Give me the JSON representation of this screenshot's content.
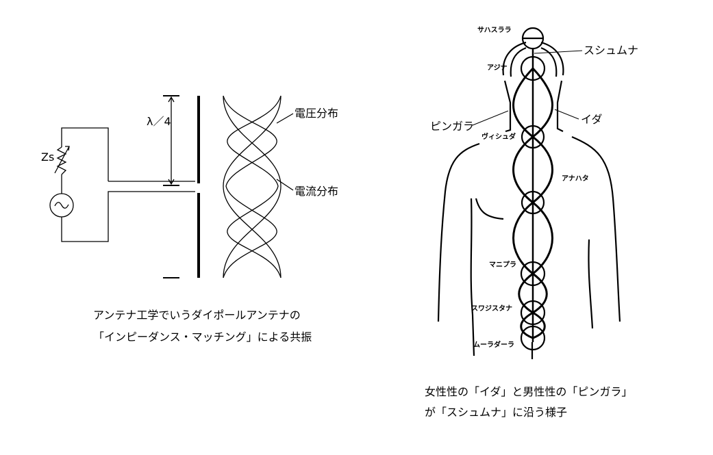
{
  "antenna_figure": {
    "source_label": "Zs",
    "wavelength_label": "λ／4",
    "voltage_label": "電圧分布",
    "current_label": "電流分布",
    "caption_line1": "アンテナ工学でいうダイポールアンテナの",
    "caption_line2": "「インピーダンス・マッチング」による共振"
  },
  "chakra_figure": {
    "labels": {
      "sahasrara": "サハスララ",
      "sushumna": "スシュムナ",
      "ajna": "アジナ",
      "pingala": "ピンガラ",
      "ida": "イダ",
      "vishuddha": "ヴィシュダ",
      "anahata": "アナハタ",
      "manipura": "マニプラ",
      "svadhisthana": "スワジスタナ",
      "muladhara": "ムーラダーラ"
    },
    "caption_line1": "女性性の「イダ」と男性性の「ピンガラ」",
    "caption_line2": "が「スシュムナ」に沿う様子"
  }
}
